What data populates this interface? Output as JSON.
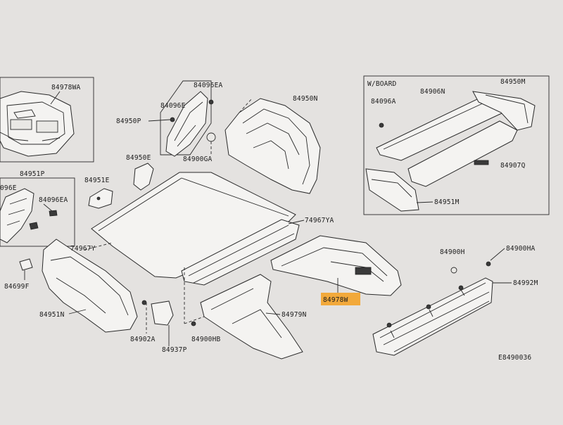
{
  "diagram": {
    "code": "E8490036",
    "inset_title": "W/BOARD",
    "highlighted_part": "84978W",
    "labels": {
      "p84978WA": "84978WA",
      "p84096EA_top": "84096EA",
      "p84096E_top": "84096E",
      "p84950P": "84950P",
      "p84950N": "84950N",
      "p84900GA": "84900GA",
      "p84950E": "84950E",
      "p84951P": "84951P",
      "p84951E": "84951E",
      "p84096E_left": "096E",
      "p84096EA_left": "84096EA",
      "p74967YA": "74967YA",
      "p74967Y": "74967Y",
      "p84699F": "84699F",
      "p84951N": "84951N",
      "p84902A": "84902A",
      "p84937P": "84937P",
      "p84900HB": "84900HB",
      "p84979N": "84979N",
      "p84978W": "84978W",
      "p84900H": "84900H",
      "p84900HA": "84900HA",
      "p84992M": "84992M",
      "p84096A": "84096A",
      "p84906N": "84906N",
      "p84950M": "84950M",
      "p84907Q": "84907Q",
      "p84951M": "84951M"
    }
  }
}
